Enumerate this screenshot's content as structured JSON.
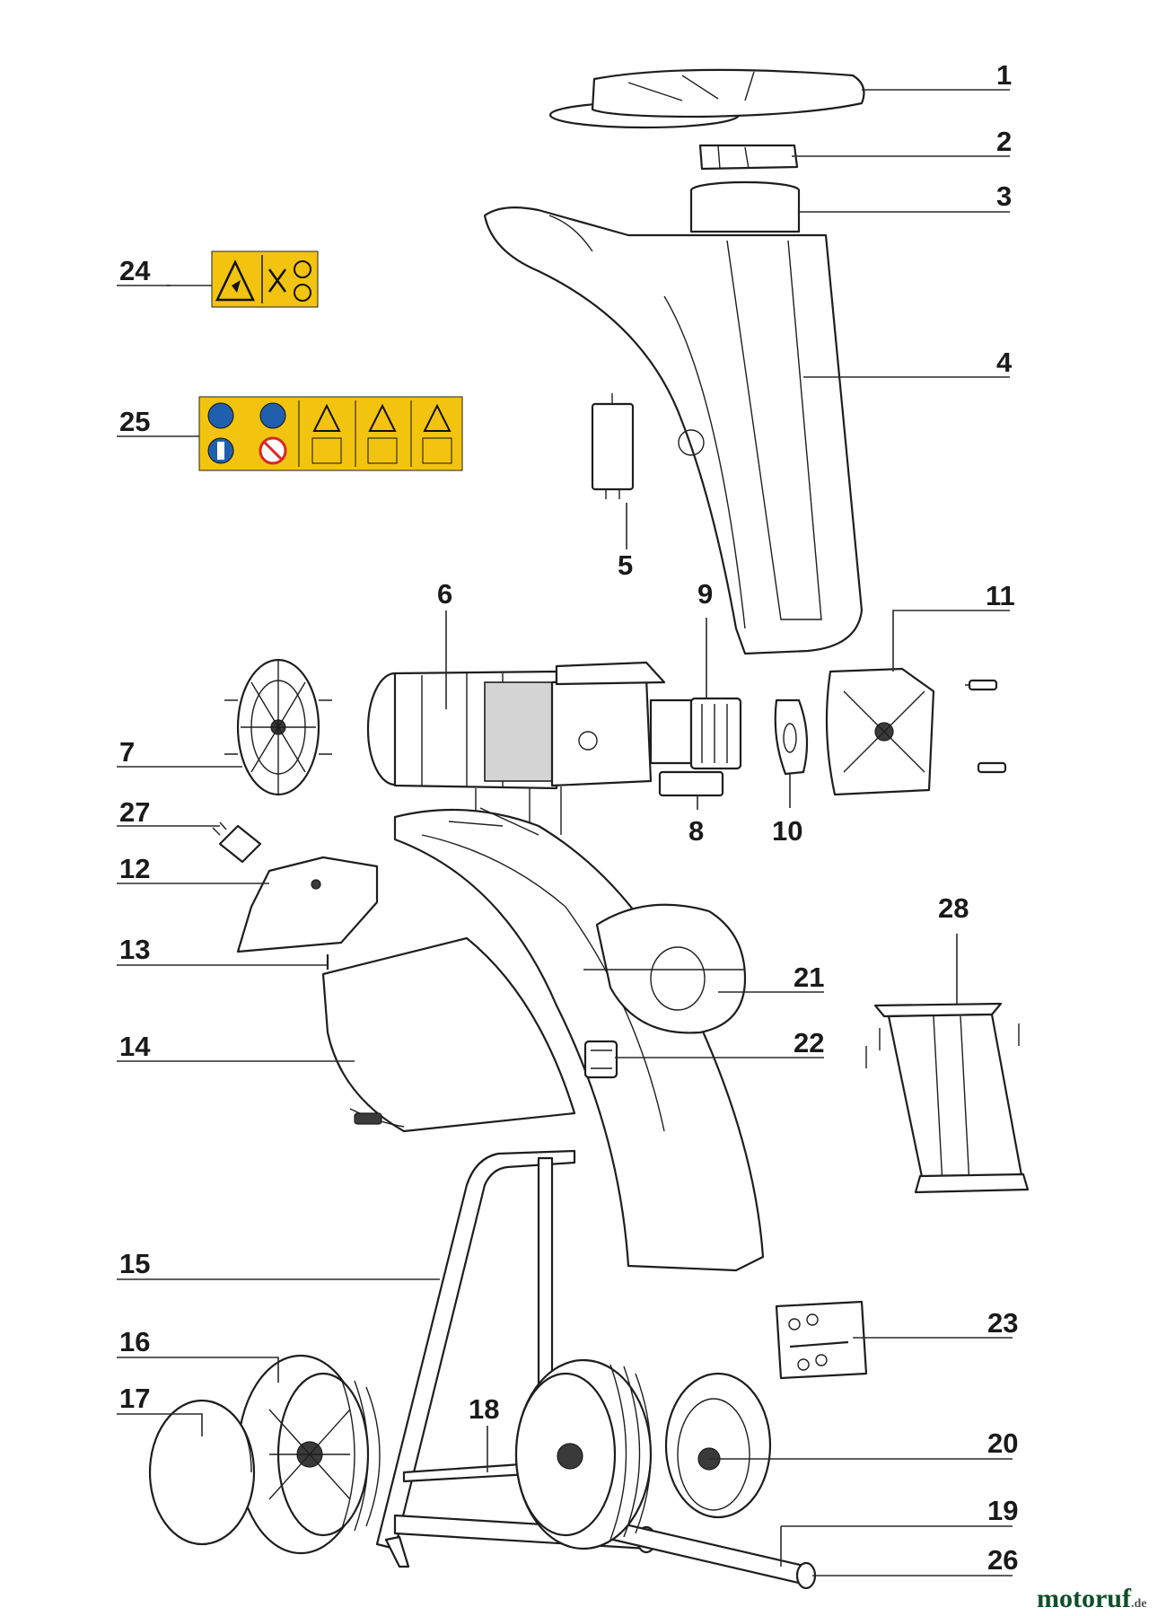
{
  "part_numbers": [
    "1",
    "2",
    "3",
    "4",
    "5",
    "6",
    "7",
    "8",
    "9",
    "10",
    "11",
    "12",
    "13",
    "14",
    "15",
    "16",
    "17",
    "18",
    "19",
    "20",
    "21",
    "22",
    "23",
    "24",
    "25",
    "26",
    "27",
    "28"
  ],
  "watermark": {
    "main": "motoruf",
    "tld": ".de",
    "colors": {
      "m": "#1c6e3a",
      "ruf": "#0f4f2a"
    }
  },
  "label_colors": {
    "yellow": "#f2c40f",
    "blue": "#1f5fae",
    "red": "#d62828"
  }
}
